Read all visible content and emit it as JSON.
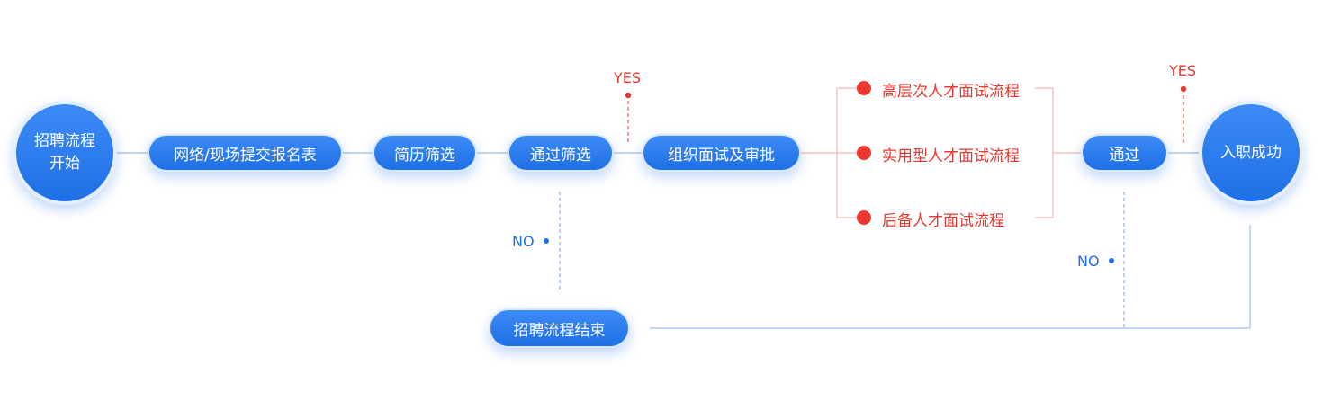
{
  "nodes": {
    "start": "招聘流程开始",
    "submit": "网络/现场提交报名表",
    "resume_screen": "简历筛选",
    "pass_screen": "通过筛选",
    "interview": "组织面试及审批",
    "pass": "通过",
    "onboard": "入职成功",
    "end": "招聘流程结束"
  },
  "branches": [
    "高层次人才面试流程",
    "实用型人才面试流程",
    "后备人才面试流程"
  ],
  "labels": {
    "yes_1": "YES",
    "yes_2": "YES",
    "no_1": "NO",
    "no_2": "NO"
  },
  "colors": {
    "node_blue": "#1f6fe6",
    "accent_red": "#e8382f",
    "line_blue": "#9cbde9"
  }
}
